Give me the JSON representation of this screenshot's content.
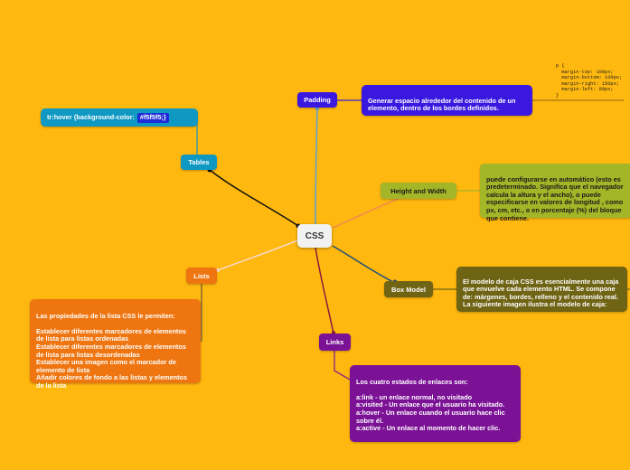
{
  "central": {
    "label": "CSS"
  },
  "nodes": {
    "padding": {
      "label": "Padding",
      "color": "#3a18e0"
    },
    "tables": {
      "label": "Tables",
      "color": "#0e98c2"
    },
    "height_width": {
      "label": "Height and Width",
      "color": "#a3b628"
    },
    "box_model": {
      "label": "Box Model",
      "color": "#6f6314"
    },
    "lists": {
      "label": "Lists",
      "color": "#ee750f"
    },
    "links": {
      "label": "Links",
      "color": "#7b1296"
    }
  },
  "notes": {
    "tables_hover_prefix": "tr:hover {background-color:",
    "tables_hover_hex": "#f5f5f5;}",
    "padding_desc": "Generar espacio alrededor del contenido de un elemento, dentro de los bordes definidos.",
    "padding_code": "p {\n  margin-top: 100px;\n  margin-bottom: 100px;\n  margin-right: 150px;\n  margin-left: 80px;\n}",
    "height_width_desc": "puede configurarse en automático (esto es predeterminado. Significa que el navegador calcula la altura y el ancho), o puede especificarse en valores de longitud , como px, cm, etc., o en porcentaje (%) del bloque que contiene.",
    "box_model_desc": "El modelo de caja CSS es esencialmente una caja que envuelve cada elemento HTML. Se compone de: márgenes, bordes, relleno y el contenido real. La siguiente imagen ilustra el modelo de caja:",
    "lists_desc": "Las propiedades de la lista CSS le permiten:\n\nEstablecer diferentes marcadores de elementos de lista para listas ordenadas\nEstablecer diferentes marcadores de elementos de lista para listas desordenadas\nEstablecer una imagen como el marcador de elemento de lista\nAñadir colores de fondo a las listas y elementos de la lista",
    "links_desc": "Los cuatro estados de enlaces son:\n\na:link - un enlace normal, no visitado\na:visited - Un enlace que el usuario ha visitado.\na:hover - Un enlace cuando el usuario hace clic sobre él.\na:active - Un enlace al momento de hacer clic."
  }
}
